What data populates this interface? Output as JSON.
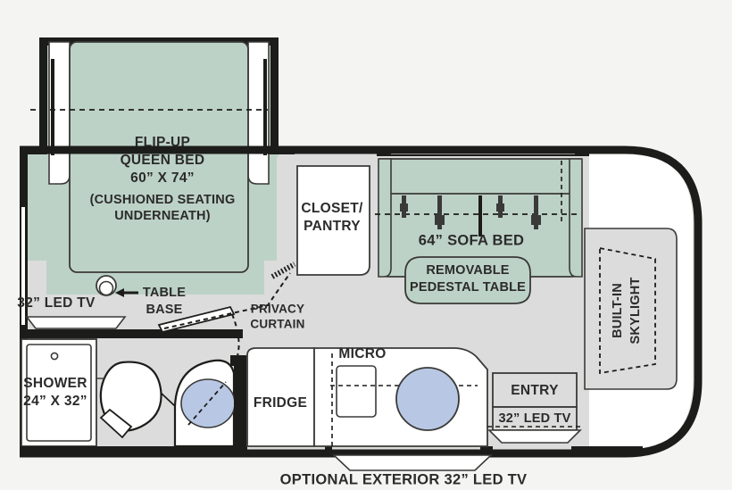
{
  "diagram": {
    "title": "RV Floorplan",
    "colors": {
      "background": "#f4f4f2",
      "wall": "#1c1c1a",
      "floor_gray": "#dcdcdc",
      "furniture_green": "#bdd2c6",
      "sink_blue": "#b8c8e4",
      "white": "#ffffff",
      "outline": "#3a3a38",
      "text": "#2b2b2b"
    }
  },
  "labels": {
    "bed_line1": "FLIP-UP",
    "bed_line2": "QUEEN BED",
    "bed_line3": "60” X 74”",
    "bed_line4": "(CUSHIONED SEATING",
    "bed_line5": "UNDERNEATH)",
    "closet_line1": "CLOSET/",
    "closet_line2": "PANTRY",
    "sofa_bed": "64” SOFA BED",
    "pedestal_line1": "REMOVABLE",
    "pedestal_line2": "PEDESTAL TABLE",
    "skylight_line1": "BUILT-IN",
    "skylight_line2": "SKYLIGHT",
    "interior_tv": "32” LED TV",
    "table_base_line1": "TABLE",
    "table_base_line2": "BASE",
    "privacy_curtain_line1": "PRIVACY",
    "privacy_curtain_line2": "CURTAIN",
    "shower_line1": "SHOWER",
    "shower_line2": "24” X 32”",
    "fridge": "FRIDGE",
    "micro": "MICRO",
    "entry": "ENTRY",
    "entry_tv": "32” LED TV",
    "exterior_tv": "OPTIONAL EXTERIOR 32” LED TV"
  }
}
